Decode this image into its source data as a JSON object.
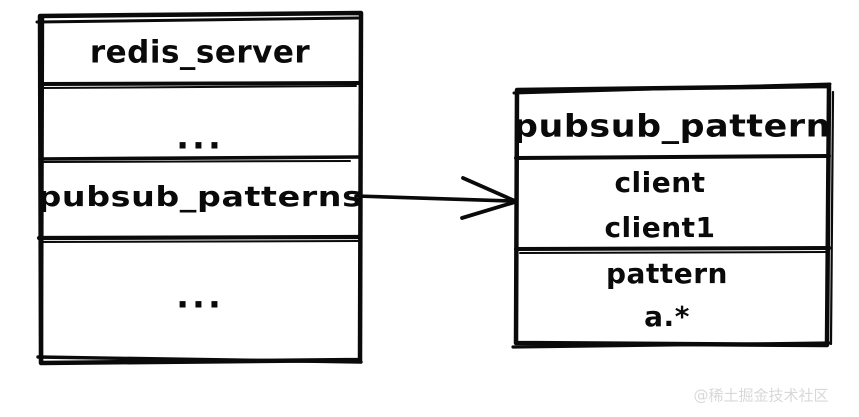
{
  "diagram": {
    "type": "hand-drawn-class-diagram",
    "background_color": "#ffffff",
    "stroke_color": "#0a0a0a",
    "left_box": {
      "name": "redis-server-struct",
      "title": "redis_server",
      "rows": [
        {
          "name": "ellipsis-top",
          "text": "..."
        },
        {
          "name": "pubsub-patterns-field",
          "text": "pubsub_patterns"
        },
        {
          "name": "ellipsis-bottom",
          "text": "..."
        }
      ]
    },
    "right_box": {
      "name": "pubsub-pattern-struct",
      "title": "pubsub_pattern",
      "rows": [
        {
          "name": "client-field",
          "label": "client",
          "value": "client1"
        },
        {
          "name": "pattern-field",
          "label": "pattern",
          "value": "a.*"
        }
      ]
    },
    "connector": {
      "name": "pubsub-patterns-to-pubsub-pattern-arrow",
      "from": "pubsub_patterns",
      "to": "pubsub_pattern",
      "style": "arrow"
    }
  },
  "watermark": {
    "text": "@稀土掘金技术社区",
    "color": "#d8d8d8"
  }
}
